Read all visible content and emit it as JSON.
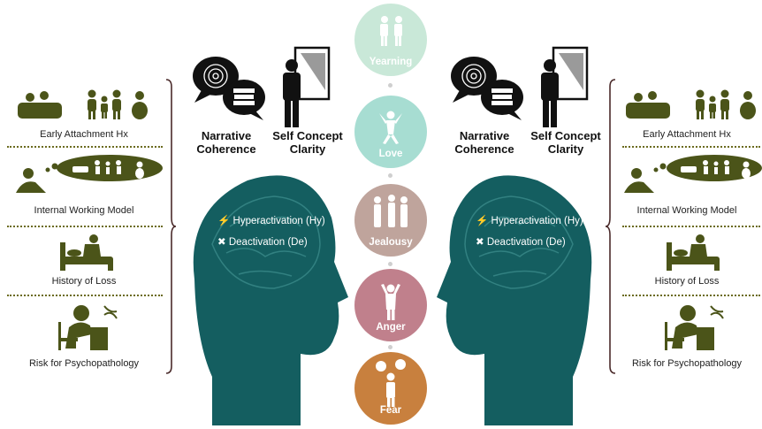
{
  "factors": [
    {
      "label": "Early Attachment Hx",
      "icon": "family-icon"
    },
    {
      "label": "Internal Working Model",
      "icon": "thought-cloud-icon"
    },
    {
      "label": "History of Loss",
      "icon": "hospital-bed-icon"
    },
    {
      "label": "Risk for Psychopathology",
      "icon": "desk-dna-icon"
    }
  ],
  "constructs": {
    "narrative": "Narrative\nCoherence",
    "self_concept": "Self Concept\nClarity"
  },
  "head": {
    "hyperactivation": "Hyperactivation (Hy)",
    "deactivation": "Deactivation (De)"
  },
  "emotions": [
    {
      "label": "Yearning",
      "color": "#c9e8d8"
    },
    {
      "label": "Love",
      "color": "#a7ddd2"
    },
    {
      "label": "Jealousy",
      "color": "#bfa49c"
    },
    {
      "label": "Anger",
      "color": "#c0808c"
    },
    {
      "label": "Fear",
      "color": "#c8803e"
    }
  ],
  "colors": {
    "head": "#145e60",
    "factor_icon": "#4b5419",
    "bracket": "#4a2a2a"
  }
}
